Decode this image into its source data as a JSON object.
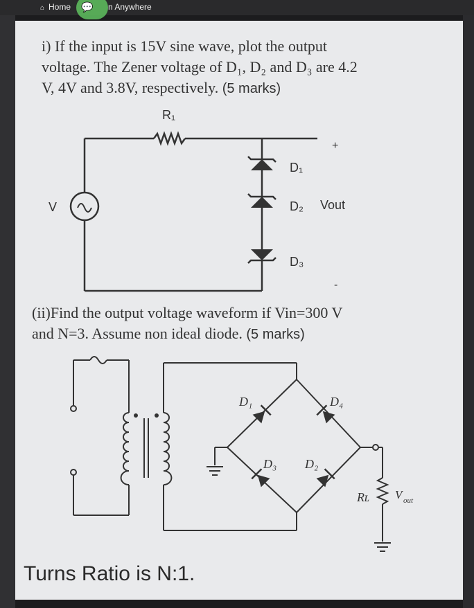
{
  "topbar": {
    "home_label": "Home",
    "anywhere_label": "n Anywhere"
  },
  "question1": {
    "text_line1": "i) If the input is 15V sine wave, plot the output",
    "text_line2": "voltage. The Zener voltage of D₁, D₂ and D₃ are 4.2",
    "text_line3": "V, 4V and 3.8V, respectively.",
    "marks": "(5 marks)"
  },
  "circuit1": {
    "resistor_label": "R₁",
    "source_label": "V",
    "d1_label": "D₁",
    "d2_label": "D₂",
    "d3_label": "D₃",
    "vout_label": "Vout",
    "plus_label": "+",
    "minus_label": "-"
  },
  "question2": {
    "text_line1": "(ii)Find the output voltage waveform if Vin=300 V",
    "text_line2": "and N=3. Assume non ideal diode.",
    "marks": "(5 marks)"
  },
  "circuit2": {
    "d1_label": "D₁",
    "d2_label": "D₂",
    "d3_label": "D₃",
    "d4_label": "D₄",
    "rl_label": "Rʟ",
    "vout_label": "V",
    "vout_sub": "out"
  },
  "footer": {
    "turns_ratio": "Turns Ratio is N:1."
  },
  "colors": {
    "background": "#e9eaec",
    "text": "#333333",
    "frame": "#1c1c1e"
  }
}
